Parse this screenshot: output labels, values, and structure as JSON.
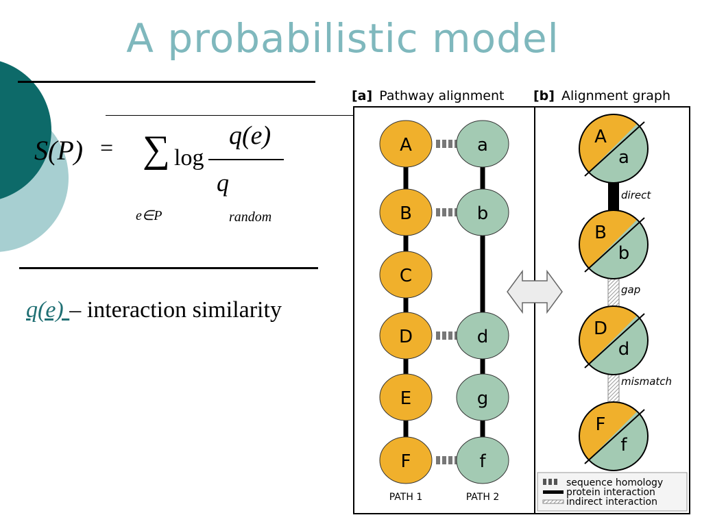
{
  "slide": {
    "title": "A probabilistic model",
    "colors": {
      "teal_dark": "#0d6a69",
      "teal_light": "#a7cfd1",
      "title": "#7fb8bd",
      "orange": "#f0b02c",
      "green": "#a3cab3",
      "link": "#1f6f73"
    }
  },
  "formula": {
    "lhs": "S(P)",
    "equals": "=",
    "sum": "∑",
    "log": "log",
    "numerator": "q(e)",
    "denominator": "q",
    "denominator_sub": "random",
    "sum_sub": "e∈P"
  },
  "definition": {
    "term": "q(e) ",
    "text": "– interaction similarity"
  },
  "figure": {
    "panel_a": {
      "tag": "[a]",
      "title": "Pathway alignment"
    },
    "panel_b": {
      "tag": "[b]",
      "title": "Alignment graph"
    },
    "path1_nodes": [
      "A",
      "B",
      "C",
      "D",
      "E",
      "F"
    ],
    "path2_nodes": [
      "a",
      "b",
      "d",
      "g",
      "f"
    ],
    "path1_label": "PATH 1",
    "path2_label": "PATH 2",
    "graph_nodes": [
      {
        "upper": "A",
        "lower": "a"
      },
      {
        "upper": "B",
        "lower": "b"
      },
      {
        "upper": "D",
        "lower": "d"
      },
      {
        "upper": "F",
        "lower": "f"
      }
    ],
    "edge_labels": [
      "direct",
      "gap",
      "mismatch"
    ],
    "legend": [
      "sequence homology",
      "protein interaction",
      "indirect interaction"
    ]
  }
}
